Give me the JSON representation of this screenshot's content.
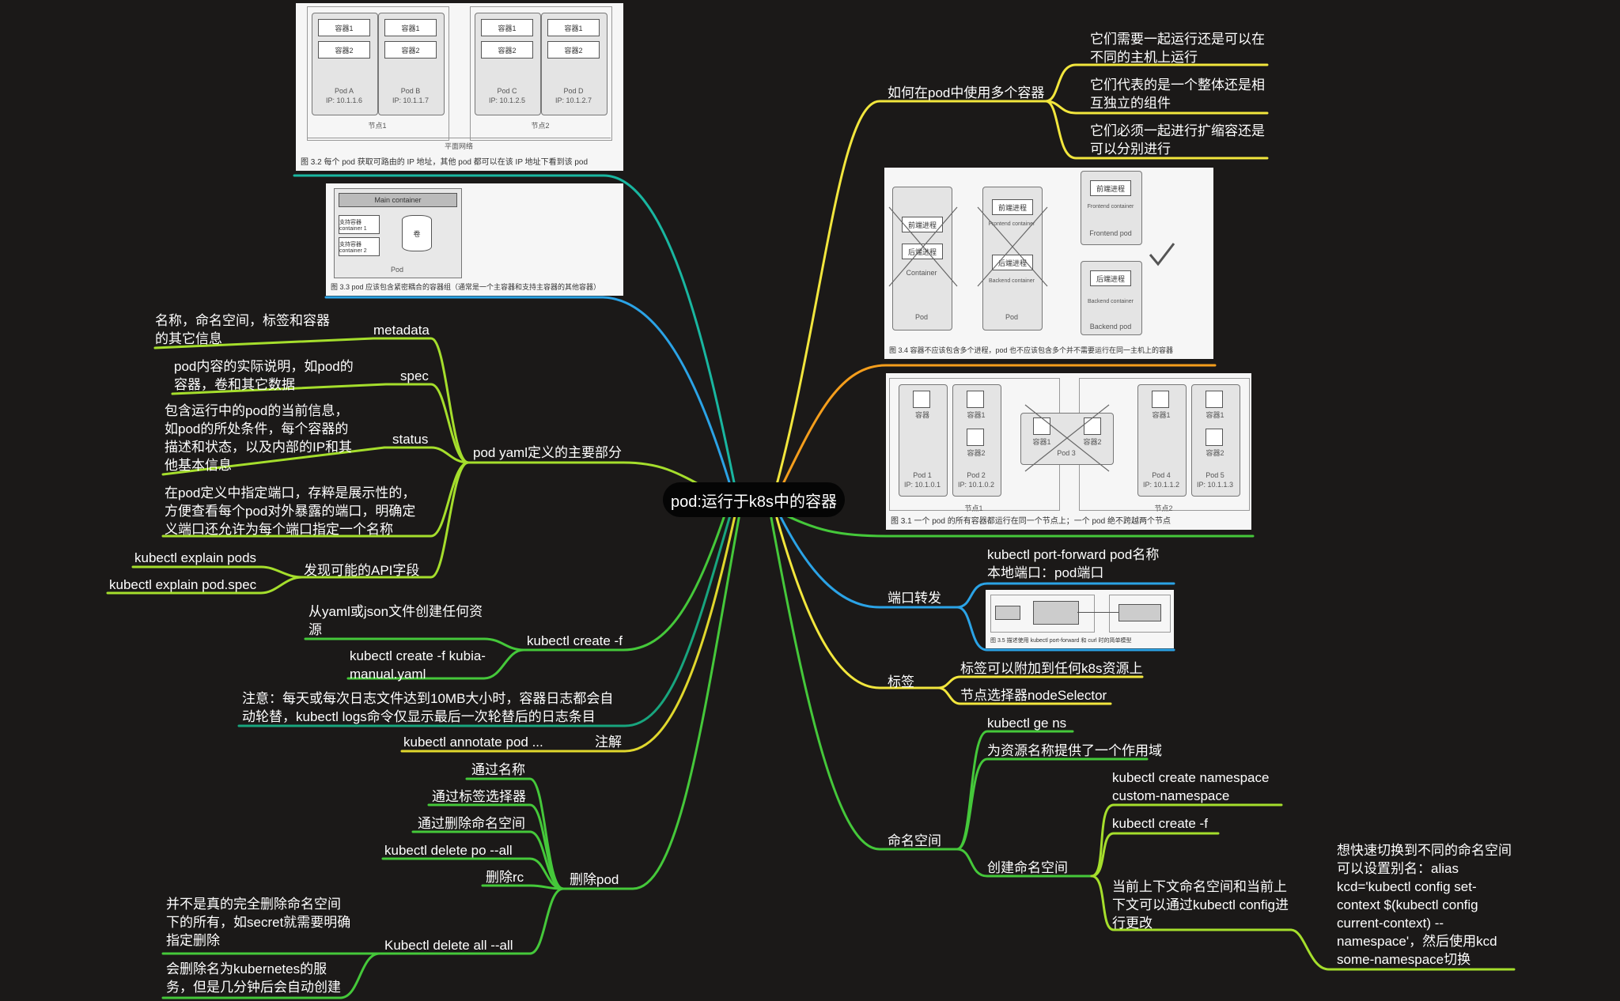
{
  "center": "pod:运行于k8s中的容器",
  "left": {
    "yaml": {
      "label": "pod yaml定义的主要部分",
      "metadata": "metadata",
      "metadata_desc": "名称，命名空间，标签和容器的其它信息",
      "spec": "spec",
      "spec_desc": "pod内容的实际说明，如pod的容器，卷和其它数据",
      "status": "status",
      "status_desc": "包含运行中的pod的当前信息，如pod的所处条件，每个容器的描述和状态，以及内部的IP和其他基本信息",
      "ports_desc": "在pod定义中指定端口，存粹是展示性的，方便查看每个pod对外暴露的端口，明确定义端口还允许为每个端口指定一个名称",
      "api_fields": "发现可能的API字段",
      "explain_pods": "kubectl explain pods",
      "explain_spec": "kubectl explain pod.spec"
    },
    "create": {
      "label": "kubectl create -f",
      "desc": "从yaml或json文件创建任何资源",
      "example": "kubectl create -f kubia-manual.yaml"
    },
    "logs_note": "注意：每天或每次日志文件达到10MB大小时，容器日志都会自动轮替，kubectl logs命令仅显示最后一次轮替后的日志条目",
    "annotate": {
      "label": "注解",
      "cmd": "kubectl annotate pod ..."
    },
    "delete": {
      "label": "删除pod",
      "items": [
        "通过名称",
        "通过标签选择器",
        "通过删除命名空间",
        "kubectl delete po --all",
        "删除rc"
      ],
      "all_label": "Kubectl delete all --all",
      "all_note1": "并不是真的完全删除命名空间下的所有，如secret就需要明确指定删除",
      "all_note2": "会删除名为kubernetes的服务，但是几分钟后会自动创建"
    }
  },
  "right": {
    "multi": {
      "label": "如何在pod中使用多个容器",
      "q1": "它们需要一起运行还是可以在不同的主机上运行",
      "q2": "它们代表的是一个整体还是相互独立的组件",
      "q3": "它们必须一起进行扩缩容还是可以分别进行"
    },
    "port_forward": {
      "label": "端口转发",
      "cmd": "kubectl port-forward pod名称 本地端口：pod端口"
    },
    "labels": {
      "label": "标签",
      "item1": "标签可以附加到任何k8s资源上",
      "item2": "节点选择器nodeSelector"
    },
    "namespace": {
      "label": "命名空间",
      "get": "kubectl ge ns",
      "scope": "为资源名称提供了一个作用域",
      "create_label": "创建命名空间",
      "create_cmd": "kubectl create namespace custom-namespace",
      "create_f": "kubectl create -f",
      "context": "当前上下文命名空间和当前上下文可以通过kubectl config进行更改",
      "alias": "想快速切换到不同的命名空间可以设置别名：alias kcd='kubectl config set-context $(kubectl config current-context) --namespace'，然后使用kcd some-namespace切换"
    }
  },
  "figures": {
    "fig32": {
      "caption": "图 3.2   每个 pod 获取可路由的 IP 地址，其他 pod 都可以在该 IP 地址下看到该 pod",
      "c1": "容器1",
      "c2": "容器2",
      "podA": "Pod A",
      "ipA": "IP: 10.1.1.6",
      "podB": "Pod B",
      "ipB": "IP: 10.1.1.7",
      "podC": "Pod C",
      "ipC": "IP: 10.1.2.5",
      "podD": "Pod D",
      "ipD": "IP: 10.1.2.7",
      "node1": "节点1",
      "node2": "节点2",
      "net": "平面网络"
    },
    "fig33": {
      "caption": "图 3.3   pod 应该包含紧密耦合的容器组（通常是一个主容器和支持主容器的其他容器）",
      "main": "Main container",
      "sup1": "支持容器 container 1",
      "sup2": "支持容器 container 2",
      "vol": "卷",
      "pod": "Pod"
    },
    "fig34": {
      "caption": "图 3.4   容器不应该包含多个进程，pod 也不应该包含多个并不需要运行在同一主机上的容器",
      "front_proc": "前端进程",
      "back_proc": "后端进程",
      "container": "Container",
      "pod": "Pod",
      "frontend_container": "Frontend container",
      "backend_container": "Backend container",
      "frontend_pod": "Frontend pod",
      "backend_pod": "Backend pod"
    },
    "fig31": {
      "caption": "图 3.1   一个 pod 的所有容器都运行在同一个节点上；一个 pod 绝不跨越两个节点",
      "c": "容器",
      "c1": "容器1",
      "c2": "容器2",
      "pod1": "Pod 1",
      "ip1": "IP: 10.1.0.1",
      "pod2": "Pod 2",
      "ip2": "IP: 10.1.0.2",
      "pod3": "Pod 3",
      "pod4": "Pod 4",
      "ip4": "IP: 10.1.1.2",
      "pod5": "Pod 5",
      "ip5": "IP: 10.1.1.3",
      "node1": "节点1",
      "node2": "节点2"
    },
    "fig35": {
      "caption": "图 3.5   描述使用 kubectl port-forward 和 curl 时的简单模型"
    }
  }
}
